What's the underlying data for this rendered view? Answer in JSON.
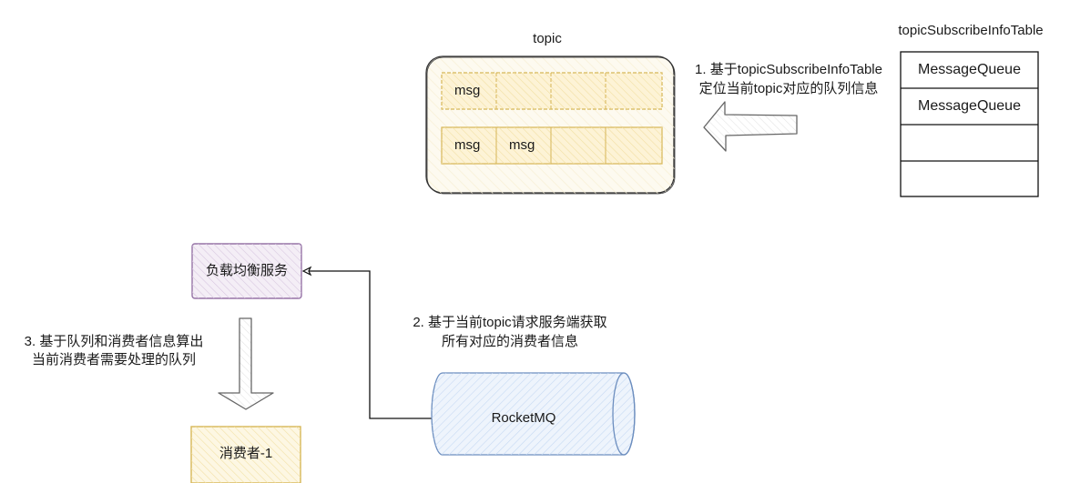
{
  "topic": {
    "title": "topic",
    "queues": [
      {
        "style": "dashed",
        "cells": [
          "msg",
          "",
          "",
          ""
        ]
      },
      {
        "style": "solid",
        "cells": [
          "msg",
          "msg",
          "",
          ""
        ]
      }
    ]
  },
  "table": {
    "title": "topicSubscribeInfoTable",
    "rows": [
      "MessageQueue",
      "MessageQueue",
      "",
      ""
    ]
  },
  "steps": {
    "step1": [
      "1. 基于topicSubscribeInfoTable",
      "定位当前topic对应的队列信息"
    ],
    "step2": [
      "2. 基于当前topic请求服务端获取",
      "所有对应的消费者信息"
    ],
    "step3": [
      "3. 基于队列和消费者信息算出",
      "当前消费者需要处理的队列"
    ]
  },
  "nodes": {
    "load_balancer": "负载均衡服务",
    "consumer": "消费者-1",
    "broker": "RocketMQ"
  },
  "colors": {
    "topic_fill": "#fdf8e8",
    "queue_stroke": "#d6b656",
    "queue_fill": "#fff2cc",
    "lb_stroke": "#9673a6",
    "lb_fill": "#e1d5e7",
    "consumer_stroke": "#d6b656",
    "broker_stroke": "#6c8ebf",
    "broker_fill": "#dae8fc",
    "arrow_stroke": "#666666"
  }
}
